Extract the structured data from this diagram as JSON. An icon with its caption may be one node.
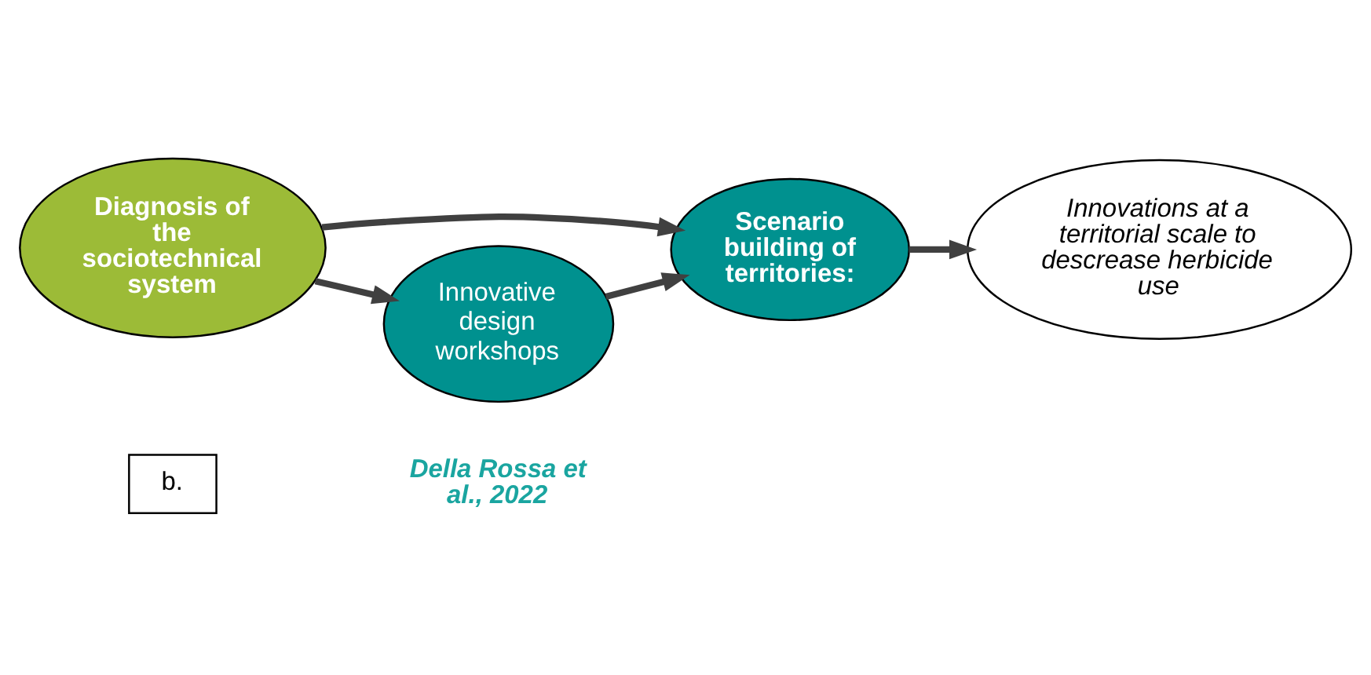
{
  "diagram": {
    "nodes": [
      {
        "text": [
          "b."
        ]
      },
      {
        "text": [
          "Diagnosis of the sociotechnical system"
        ]
      },
      {
        "text": [
          "Scenario building of territories:"
        ]
      },
      {
        "text": [
          "Innovative design workshops"
        ]
      },
      {
        "text": [
          "Innovations at a territorial scale to descrease herbicide use"
        ]
      }
    ],
    "edges": [
      {
        "from": 1,
        "to": 2,
        "arrow": "to"
      },
      {
        "from": 1,
        "to": 3,
        "arrow": "to"
      },
      {
        "from": 3,
        "to": 2,
        "arrow": "to"
      },
      {
        "from": 2,
        "to": 4,
        "arrow": "to"
      }
    ],
    "labels": [
      "Della Rossa et al., 2022"
    ]
  }
}
